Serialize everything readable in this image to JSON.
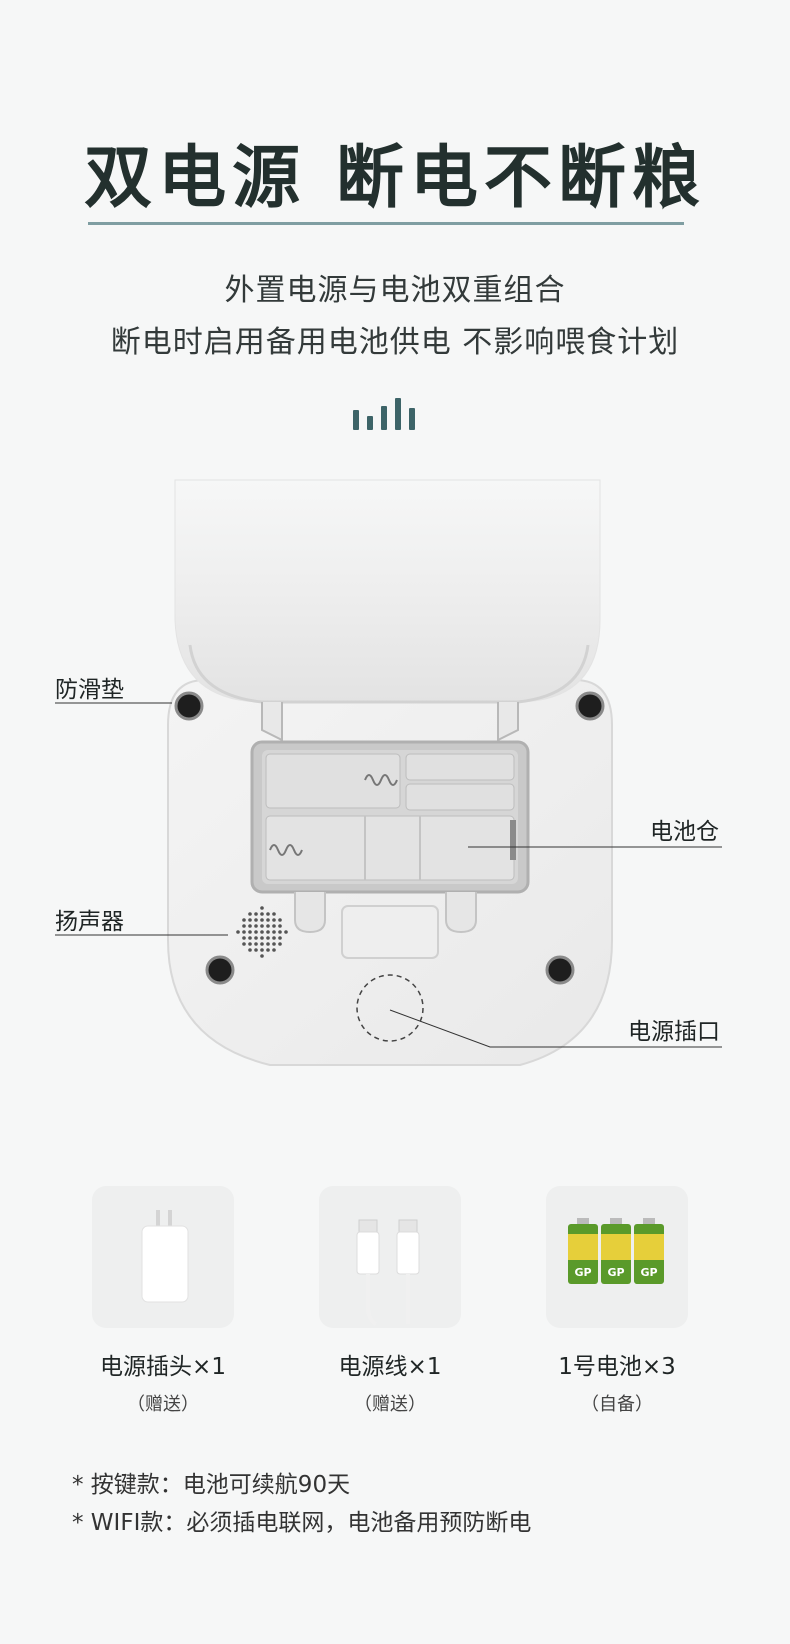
{
  "header": {
    "title": "双电源 断电不断粮",
    "subtitle_line1": "外置电源与电池双重组合",
    "subtitle_line2": "断电时启用备用电池供电 不影响喂食计划"
  },
  "callouts": {
    "anti_slip": "防滑垫",
    "battery_compartment": "电池仓",
    "speaker": "扬声器",
    "power_port": "电源插口"
  },
  "accessories": [
    {
      "label": "电源插头×1",
      "note": "（赠送）",
      "icon": "power-adapter-icon"
    },
    {
      "label": "电源线×1",
      "note": "（赠送）",
      "icon": "usb-cable-icon"
    },
    {
      "label": "1号电池×3",
      "note": "（自备）",
      "icon": "d-battery-icon"
    }
  ],
  "battery_brand": "GP",
  "notes": [
    "* 按键款：电池可续航90天",
    "* WIFI款：必须插电联网，电池备用预防断电"
  ],
  "colors": {
    "accent": "#3d6468",
    "rule": "#7f9ea2",
    "battery_green": "#5a9a2a",
    "battery_yellow": "#e6cf3a"
  }
}
